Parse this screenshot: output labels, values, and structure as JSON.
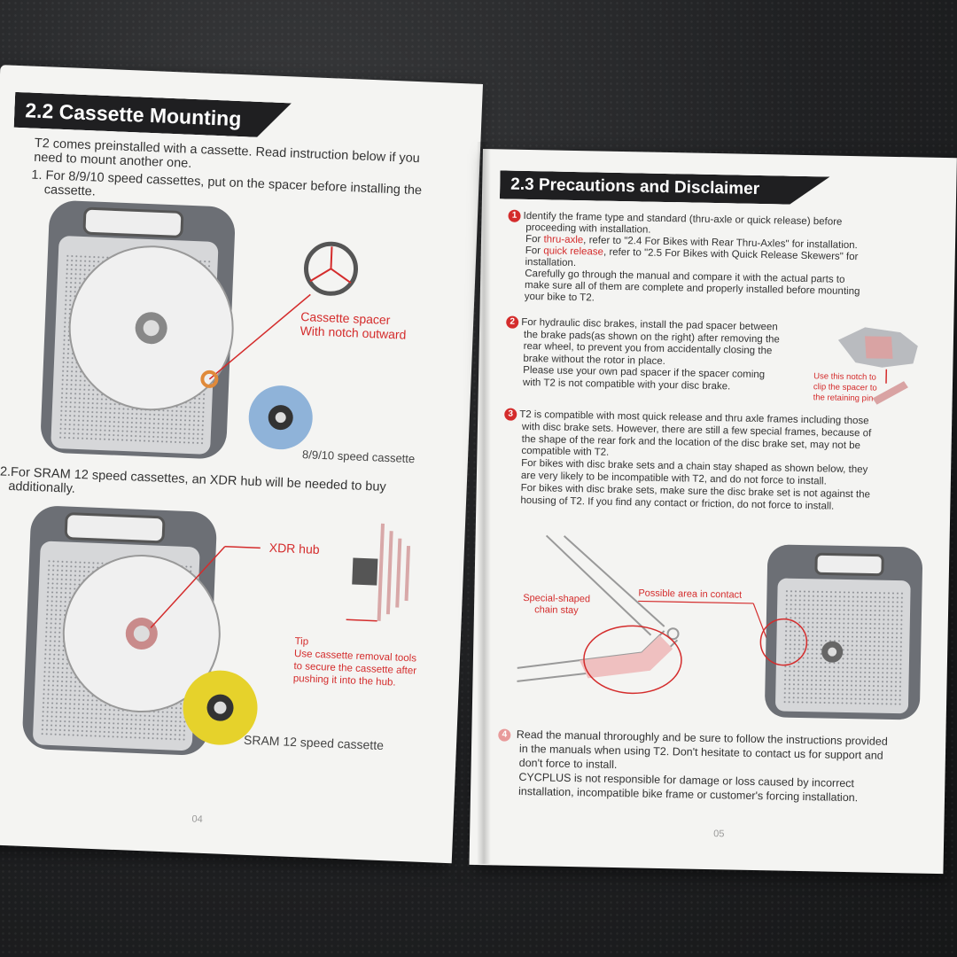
{
  "left_page": {
    "heading": "2.2 Cassette Mounting",
    "intro_line1": "T2 comes preinstalled with a cassette. Read instruction below if you",
    "intro_line2": "need to mount another one.",
    "step1_line1": "1. For 8/9/10 speed cassettes, put on the spacer before installing the",
    "step1_line2": "cassette.",
    "spacer_label": "Cassette spacer",
    "spacer_note": "With notch outward",
    "cassette1_label": "8/9/10 speed cassette",
    "step2_line1": "2.For SRAM 12 speed cassettes, an XDR hub will be needed to buy",
    "step2_line2": "additionally.",
    "xdr_label": "XDR hub",
    "tip_title": "Tip",
    "tip_line1": "Use cassette removal tools",
    "tip_line2": "to secure the cassette after",
    "tip_line3": "pushing it into the hub.",
    "cassette2_label": "SRAM 12 speed cassette",
    "page_number": "04"
  },
  "right_page": {
    "heading": "2.3 Precautions and Disclaimer",
    "item1": {
      "number": "1",
      "line1": "Identify the frame type and standard (thru-axle or quick release) before",
      "line2": "proceeding with installation.",
      "line3_prefix": "For ",
      "line3_link": "thru-axle",
      "line3_suffix": ", refer to \"2.4 For Bikes with Rear Thru-Axles\" for installation.",
      "line4_prefix": "For ",
      "line4_link": "quick release",
      "line4_suffix": ", refer to \"2.5 For Bikes with Quick Release Skewers\" for",
      "line5": "installation.",
      "line6": "Carefully go through the manual and compare it with the actual parts to",
      "line7": "make sure all of them are complete and properly installed before mounting",
      "line8": "your bike to T2."
    },
    "item2": {
      "number": "2",
      "line1": "For hydraulic disc brakes, install the pad spacer between",
      "line2": "the brake pads(as shown on the right) after removing the",
      "line3": "rear wheel, to prevent you from accidentally closing the",
      "line4": "brake without the rotor in place.",
      "line5": "Please use your own pad spacer if the spacer coming",
      "line6": "with T2 is not compatible with your disc brake.",
      "note_line1": "Use this notch to",
      "note_line2": "clip the spacer to",
      "note_line3": "the retaining pin"
    },
    "item3": {
      "number": "3",
      "line1": "T2 is compatible with most quick release and thru axle frames including those",
      "line2": "with disc brake sets. However, there are still a few special frames, because of",
      "line3": "the shape of the rear fork and the location of the disc brake set, may not be",
      "line4": "compatible with T2.",
      "line5": "For bikes with disc brake sets and a chain stay shaped as shown below, they",
      "line6": "are very likely to be incompatible with T2, and do not force to install.",
      "line7": "For bikes with disc brake sets, make sure the disc brake set is not against the",
      "line8": "housing of T2. If you find any contact or friction, do not force to install."
    },
    "chainstay_label1": "Special-shaped",
    "chainstay_label2": "chain stay",
    "contact_label": "Possible area in contact",
    "item4": {
      "number": "4",
      "line1": "Read the manual throroughly and be sure to follow the instructions provided",
      "line2": "in the manuals when using T2. Don't hesitate to contact us for support and",
      "line3": "don't force to install.",
      "line4": "CYCPLUS is not responsible for damage or loss caused by incorrect",
      "line5": "installation, incompatible bike frame or customer's forcing installation."
    },
    "page_number": "05"
  },
  "colors": {
    "accent": "#d42c2c",
    "banner": "#1f1f21",
    "paper": "#f4f4f2",
    "device": "#6c6f75"
  }
}
